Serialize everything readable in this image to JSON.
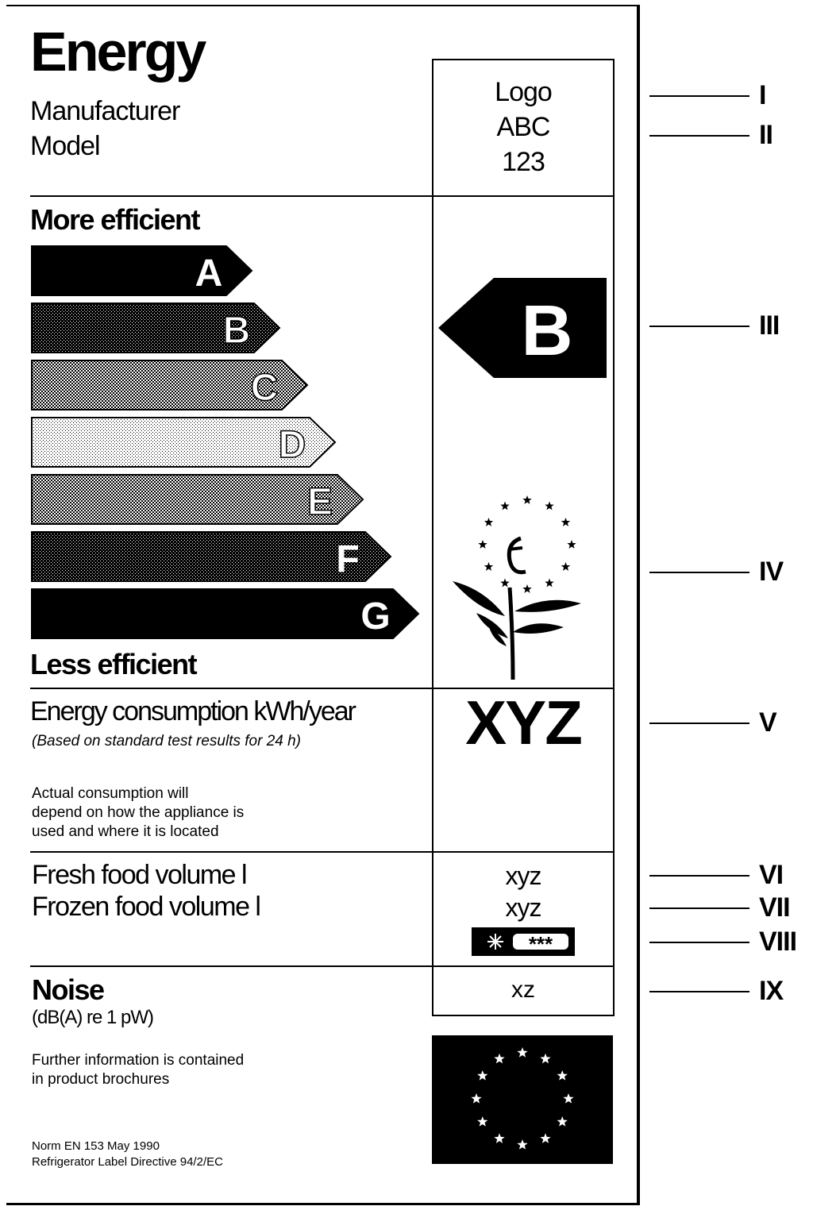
{
  "header": {
    "title": "Energy",
    "manufacturer_label": "Manufacturer",
    "model_label": "Model",
    "logo_value": "Logo",
    "manufacturer_value": "ABC",
    "model_value": "123"
  },
  "efficiency": {
    "more_label": "More efficient",
    "less_label": "Less efficient",
    "classes": [
      "A",
      "B",
      "C",
      "D",
      "E",
      "F",
      "G"
    ],
    "rating": "B"
  },
  "consumption": {
    "label": "Energy consumption kWh/year",
    "note": "(Based on standard test results for 24 h)",
    "value": "XYZ",
    "disclaimer_line1": "Actual consumption will",
    "disclaimer_line2": "depend on how the appliance is",
    "disclaimer_line3": "used and where it is located"
  },
  "volumes": {
    "fresh_label": "Fresh food volume l",
    "frozen_label": "Frozen food volume l",
    "fresh_value": "xyz",
    "frozen_value": "xyz",
    "star_rating": "***"
  },
  "noise": {
    "label": "Noise",
    "unit": "(dB(A) re 1 pW)",
    "value": "xz"
  },
  "footer": {
    "info_line1": "Further information is contained",
    "info_line2": "in product brochures",
    "norm": "Norm EN 153 May 1990",
    "directive": "Refrigerator Label Directive 94/2/EC"
  },
  "annotations": [
    "I",
    "II",
    "III",
    "IV",
    "V",
    "VI",
    "VII",
    "VIII",
    "IX"
  ],
  "colors": {
    "ink": "#000000",
    "paper": "#ffffff"
  }
}
